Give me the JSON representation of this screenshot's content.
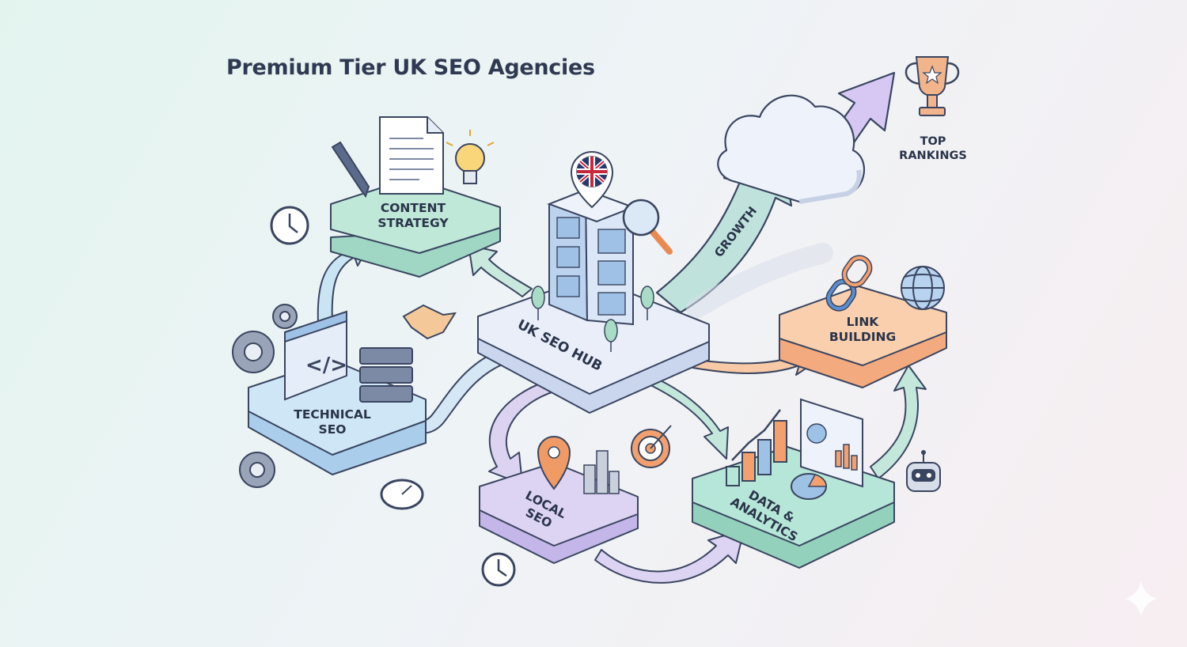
{
  "title": "Premium Tier UK SEO Agencies",
  "hub": {
    "label": "UK SEO HUB"
  },
  "nodes": {
    "content_strategy": {
      "line1": "CONTENT",
      "line2": "STRATEGY"
    },
    "technical_seo": {
      "line1": "TECHNICAL",
      "line2": "SEO"
    },
    "local_seo": {
      "line1": "LOCAL",
      "line2": "SEO"
    },
    "data_analytics": {
      "line1": "DATA &",
      "line2": "ANALYTICS"
    },
    "link_building": {
      "line1": "LINK",
      "line2": "BUILDING"
    }
  },
  "growth": {
    "label": "GROWTH"
  },
  "rankings": {
    "line1": "TOP",
    "line2": "RANKINGS"
  },
  "colors": {
    "content": "#bfe8d8",
    "technical": "#c8e2f4",
    "local": "#dcd3f1",
    "analytics": "#b6e6d7",
    "link": "#f8c9a6",
    "hub": "#e7edf8",
    "outline": "#3a4560"
  }
}
